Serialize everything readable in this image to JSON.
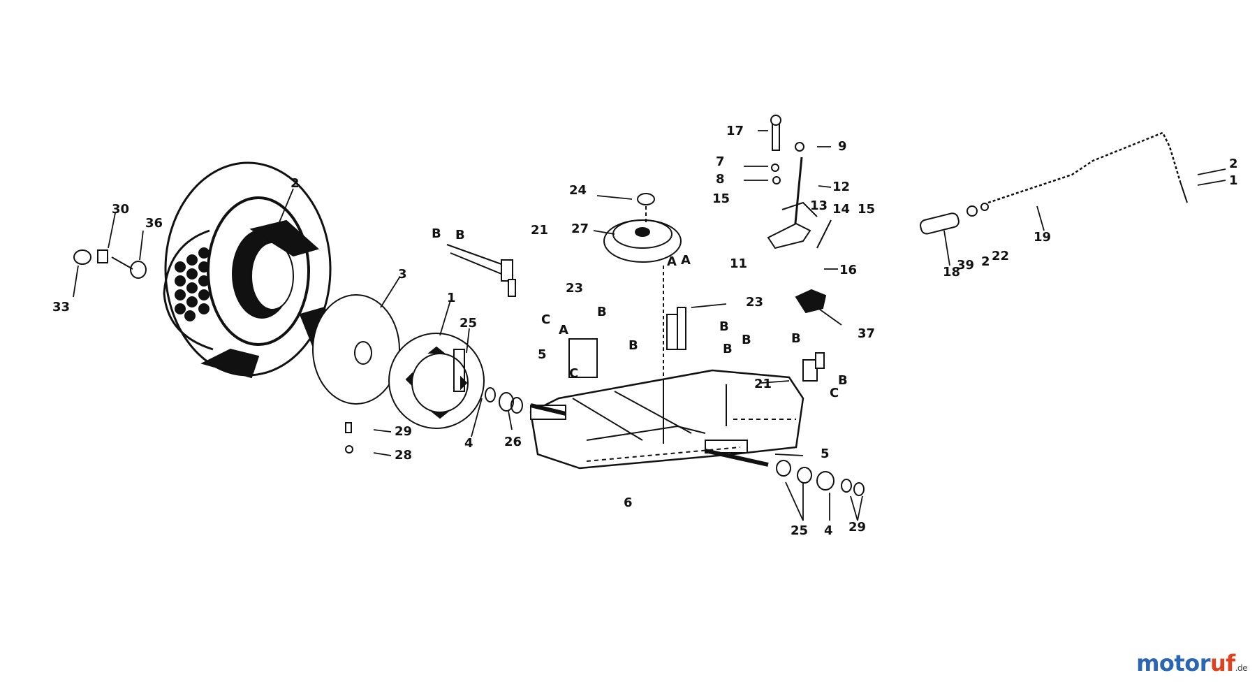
{
  "diagram": {
    "callouts": [
      {
        "id": "wheel-tire",
        "text": "2"
      },
      {
        "id": "hub-cap",
        "text": "3"
      },
      {
        "id": "wheel-hub",
        "text": "1"
      },
      {
        "id": "washer-25-left",
        "text": "25"
      },
      {
        "id": "spacer-4-left",
        "text": "4"
      },
      {
        "id": "washer-26",
        "text": "26"
      },
      {
        "id": "pin-29-left",
        "text": "29"
      },
      {
        "id": "clip-28",
        "text": "28"
      },
      {
        "id": "nut-30",
        "text": "30"
      },
      {
        "id": "washer-36",
        "text": "36"
      },
      {
        "id": "cap-33",
        "text": "33"
      },
      {
        "id": "ref-B-1",
        "text": "B"
      },
      {
        "id": "ref-B-2",
        "text": "B"
      },
      {
        "id": "bracket-21-left",
        "text": "21"
      },
      {
        "id": "ref-C-1",
        "text": "C"
      },
      {
        "id": "bracket-23-left",
        "text": "23"
      },
      {
        "id": "ref-A-1",
        "text": "A"
      },
      {
        "id": "ref-B-3",
        "text": "B"
      },
      {
        "id": "ref-B-4",
        "text": "B"
      },
      {
        "id": "ref-C-2",
        "text": "C"
      },
      {
        "id": "axle-5-left",
        "text": "5"
      },
      {
        "id": "pulley-24",
        "text": "24"
      },
      {
        "id": "pulley-27",
        "text": "27"
      },
      {
        "id": "ref-A-2",
        "text": "A"
      },
      {
        "id": "ref-A-3",
        "text": "A"
      },
      {
        "id": "bracket-23-right",
        "text": "23"
      },
      {
        "id": "ref-B-5",
        "text": "B"
      },
      {
        "id": "ref-B-6",
        "text": "B"
      },
      {
        "id": "ref-B-7",
        "text": "B"
      },
      {
        "id": "ref-B-8",
        "text": "B"
      },
      {
        "id": "bracket-21-right",
        "text": "21"
      },
      {
        "id": "ref-B-9",
        "text": "B"
      },
      {
        "id": "ref-C-3",
        "text": "C"
      },
      {
        "id": "bolt-17",
        "text": "17"
      },
      {
        "id": "collar-9",
        "text": "9"
      },
      {
        "id": "nut-7",
        "text": "7"
      },
      {
        "id": "washer-8",
        "text": "8"
      },
      {
        "id": "spring-12",
        "text": "12"
      },
      {
        "id": "screw-15-left",
        "text": "15"
      },
      {
        "id": "lever-13",
        "text": "13"
      },
      {
        "id": "part-14",
        "text": "14"
      },
      {
        "id": "screw-15-right",
        "text": "15"
      },
      {
        "id": "lever-11",
        "text": "11"
      },
      {
        "id": "nut-16",
        "text": "16"
      },
      {
        "id": "bracket-37",
        "text": "37"
      },
      {
        "id": "transaxle-6",
        "text": "6"
      },
      {
        "id": "axle-5-right",
        "text": "5"
      },
      {
        "id": "washer-25-right",
        "text": "25"
      },
      {
        "id": "spacer-4-right",
        "text": "4"
      },
      {
        "id": "pin-29-right",
        "text": "29"
      },
      {
        "id": "rod-19",
        "text": "19"
      },
      {
        "id": "grip-18",
        "text": "18"
      },
      {
        "id": "part-39",
        "text": "39"
      },
      {
        "id": "pin-2",
        "text": "2"
      },
      {
        "id": "clip-22",
        "text": "22"
      },
      {
        "id": "pin-2-right",
        "text": "2"
      },
      {
        "id": "clip-1-right",
        "text": "1"
      }
    ]
  },
  "watermark": {
    "name_blue": "motor",
    "name_red": "uf",
    "tld": ".de"
  }
}
